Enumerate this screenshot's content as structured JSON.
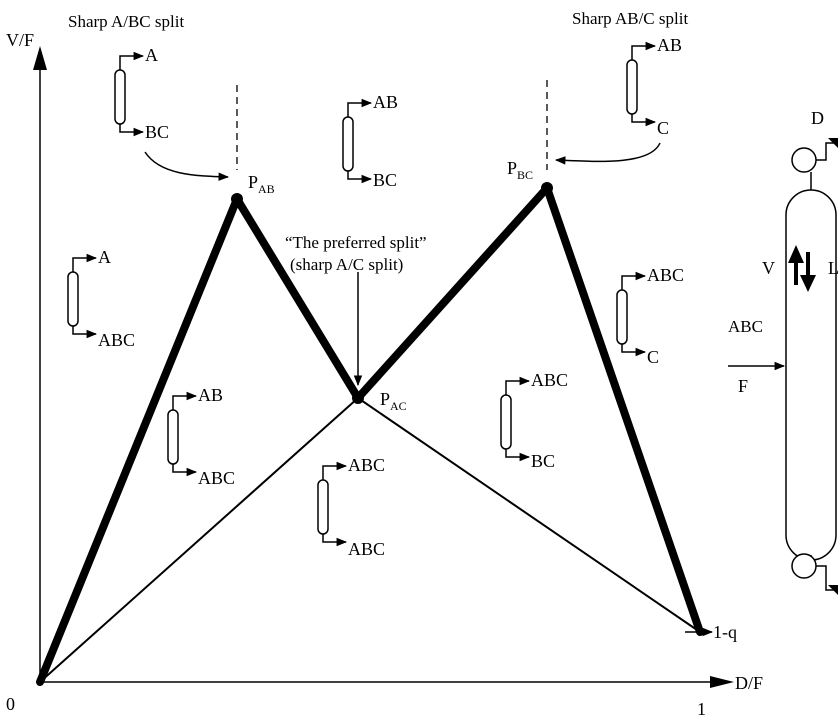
{
  "axes": {
    "y_label": "V/F",
    "x_label": "D/F",
    "origin_label": "0",
    "x_max_label": "1",
    "end_label": "1-q"
  },
  "points": {
    "pab": {
      "main": "P",
      "sub": "AB"
    },
    "pbc": {
      "main": "P",
      "sub": "BC"
    },
    "pac": {
      "main": "P",
      "sub": "AC"
    }
  },
  "annotations": {
    "sharp_a_bc": "Sharp A/BC split",
    "sharp_ab_c": "Sharp AB/C split",
    "preferred_line1": "“The preferred split”",
    "preferred_line2": "(sharp A/C split)"
  },
  "regions": [
    {
      "top": "A",
      "bottom": "BC"
    },
    {
      "top": "AB",
      "bottom": "BC"
    },
    {
      "top": "AB",
      "bottom": "C"
    },
    {
      "top": "A",
      "bottom": "ABC"
    },
    {
      "top": "ABC",
      "bottom": "C"
    },
    {
      "top": "AB",
      "bottom": "ABC"
    },
    {
      "top": "ABC",
      "bottom": "BC"
    },
    {
      "top": "ABC",
      "bottom": "ABC"
    }
  ],
  "column": {
    "distillate": "D",
    "vapor": "V",
    "liquid": "L",
    "feed_comp": "ABC",
    "feed": "F"
  }
}
